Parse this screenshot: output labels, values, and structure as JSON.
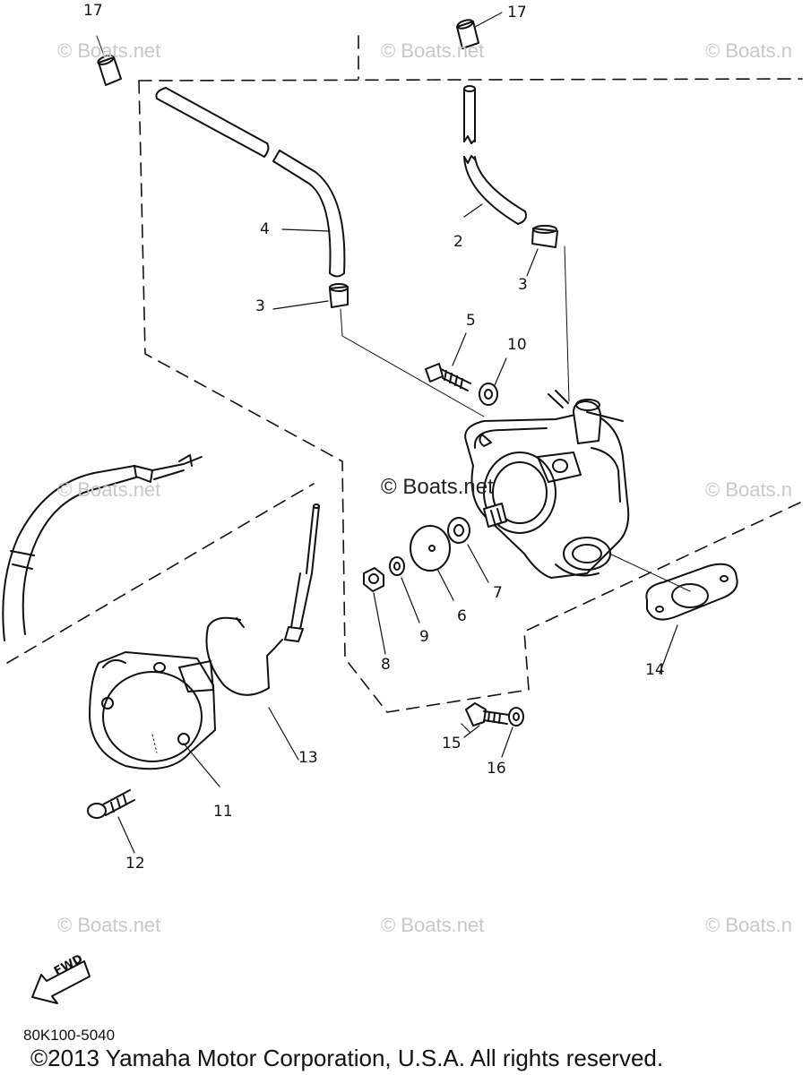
{
  "watermark": "© Boats.net",
  "watermark_cut": "© Boats.n",
  "callouts": {
    "p17a": "17",
    "p17b": "17",
    "p4": "4",
    "p3a": "3",
    "p2": "2",
    "p3b": "3",
    "p5": "5",
    "p10": "10",
    "p7": "7",
    "p6": "6",
    "p9": "9",
    "p8": "8",
    "p14": "14",
    "p15": "15",
    "p16": "16",
    "p13": "13",
    "p11": "11",
    "p12": "12"
  },
  "fwd_label": "FWD",
  "part_code": "80K100-5040",
  "copyright": "©2013 Yamaha Motor Corporation, U.S.A. All rights reserved."
}
